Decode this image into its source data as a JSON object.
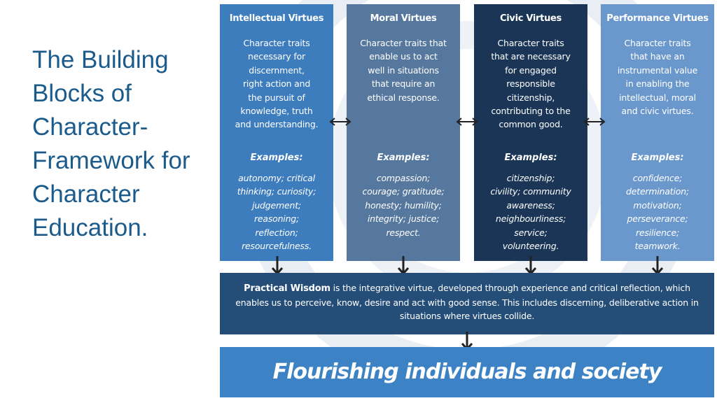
{
  "slide": {
    "title": "The Building Blocks of Character- Framework for Character Education."
  },
  "columns": [
    {
      "title": "Intellectual Virtues",
      "description": "Character traits\nnecessary for\ndiscernment,\nright action and\nthe pursuit of\nknowledge, truth\nand understanding.",
      "examples_heading": "Examples:",
      "examples": "autonomy; critical\nthinking; curiosity;\njudgement;\nreasoning;\nreflection;\nresourcefulness."
    },
    {
      "title": "Moral Virtues",
      "description": "Character traits that\nenable us to act\nwell in situations\nthat require an\nethical response.",
      "examples_heading": "Examples:",
      "examples": "compassion;\ncourage; gratitude;\nhonesty; humility;\nintegrity; justice;\nrespect."
    },
    {
      "title": "Civic Virtues",
      "description": "Character traits\nthat are necessary\nfor engaged\nresponsible\ncitizenship,\ncontributing to the\ncommon good.",
      "examples_heading": "Examples:",
      "examples": "citizenship;\ncivility; community\nawareness;\nneighbourliness;\nservice;\nvolunteering."
    },
    {
      "title": "Performance Virtues",
      "description": "Character traits\nthat have an\ninstrumental value\nin enabling the\nintellectual, moral\nand civic virtues.",
      "examples_heading": "Examples:",
      "examples": "confidence;\ndetermination;\nmotivation;\nperseverance;\nresilience;\nteamwork."
    }
  ],
  "wisdom": {
    "lead": "Practical Wisdom",
    "text": " is the integrative virtue, developed through experience and critical reflection, which enables us to perceive, know, desire and act with good sense. This includes discerning, deliberative action in situations where virtues collide."
  },
  "flourishing": {
    "label": "Flourishing individuals and society"
  },
  "colors": {
    "intellectual": "#3d7cbd",
    "moral": "#56789e",
    "civic": "#1a3556",
    "performance": "#6b98cc",
    "wisdom": "#244d78",
    "flourishing": "#3d82c4",
    "title_text": "#1b5b8c"
  },
  "icons": {
    "horizontal_connector": "double-headed-arrow-icon",
    "vertical_connector": "down-arrow-icon"
  }
}
